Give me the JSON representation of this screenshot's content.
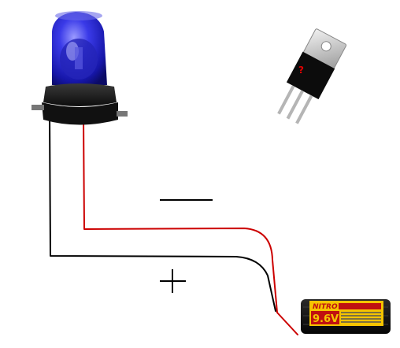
{
  "components": {
    "beacon": {
      "icon": "blue-rotating-beacon-light",
      "dome_color": "#2a2ad8",
      "base_color": "#1a1a1a"
    },
    "transistor": {
      "icon": "to-220-transistor",
      "label": "?",
      "label_color": "#e00000"
    },
    "battery": {
      "icon": "battery-pack",
      "brand": "NITRO",
      "voltage": "9.6V",
      "label_color": "#f5c400"
    }
  },
  "wires": {
    "black": {
      "color": "#000000"
    },
    "red": {
      "color": "#cc0000"
    }
  },
  "signs": {
    "minus": {
      "color": "#cc0000"
    },
    "plus": {
      "color": "#000000"
    }
  }
}
